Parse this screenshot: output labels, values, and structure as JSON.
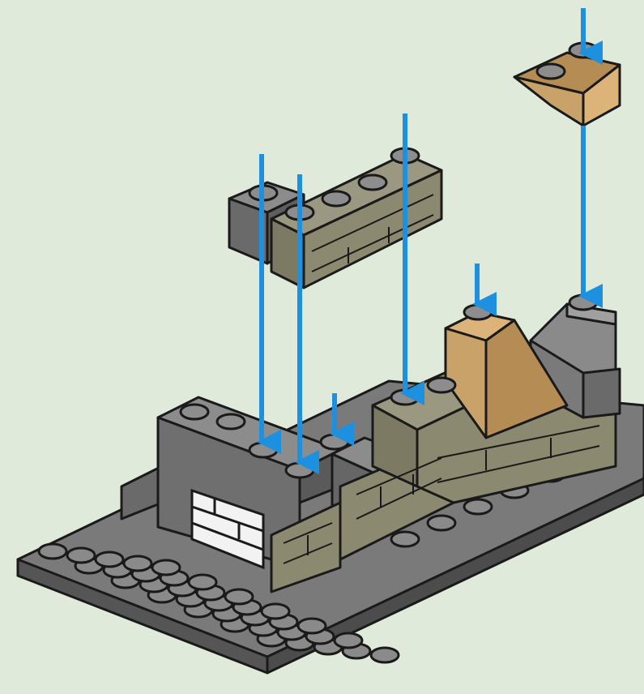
{
  "colors": {
    "background": "#dfeadb",
    "baseplate": "#7a7a7a",
    "dark_gray": "#6f6f6f",
    "light_gray": "#8c8c8c",
    "stone": "#8b8970",
    "tan": "#c9a26a",
    "arrow": "#1e90e0",
    "outline": "#1a1a1a"
  },
  "diagram": {
    "type": "lego-build-step",
    "icons": [
      "baseplate",
      "stone-wall",
      "gray-corner-bricks",
      "tan-slope",
      "gray-slope",
      "white-window",
      "placement-arrow"
    ]
  }
}
